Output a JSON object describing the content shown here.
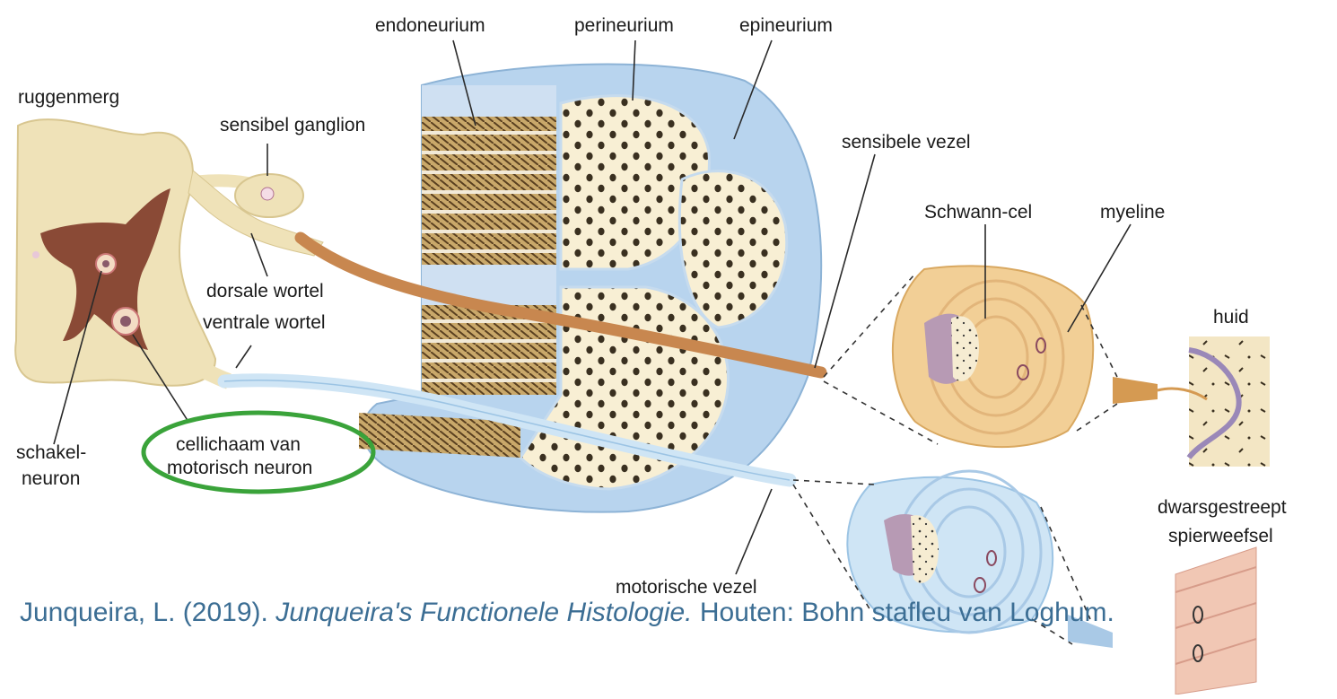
{
  "labels": {
    "ruggenmerg": "ruggenmerg",
    "sensibel_ganglion": "sensibel ganglion",
    "dorsale_wortel": "dorsale wortel",
    "ventrale_wortel": "ventrale wortel",
    "schakel_neuron_1": "schakel-",
    "schakel_neuron_2": "neuron",
    "cellichaam_1": "cellichaam van",
    "cellichaam_2": "motorisch neuron",
    "endoneurium": "endoneurium",
    "perineurium": "perineurium",
    "epineurium": "epineurium",
    "sensibele_vezel": "sensibele vezel",
    "motorische_vezel": "motorische vezel",
    "schwann_cel": "Schwann-cel",
    "myeline": "myeline",
    "huid": "huid",
    "dwarsgestreept_1": "dwarsgestreept",
    "dwarsgestreept_2": "spierweefsel"
  },
  "caption": {
    "authors": "Junqueira, L. (2019). ",
    "title": "Junqueira's Functionele Histologie.",
    "publisher": " Houten: Bohn stafleu van Loghum."
  },
  "colors": {
    "highlight_ring": "#3aa33a",
    "caption": "#3c6e94",
    "spinal_cord": "#efe2b8",
    "grey_matter": "#8a4a36",
    "nerve_sheath": "#b8d4ee",
    "fascicle": "#f8efd4",
    "sensory_fiber": "#c8874f",
    "motor_fiber": "#cfe5f5"
  }
}
